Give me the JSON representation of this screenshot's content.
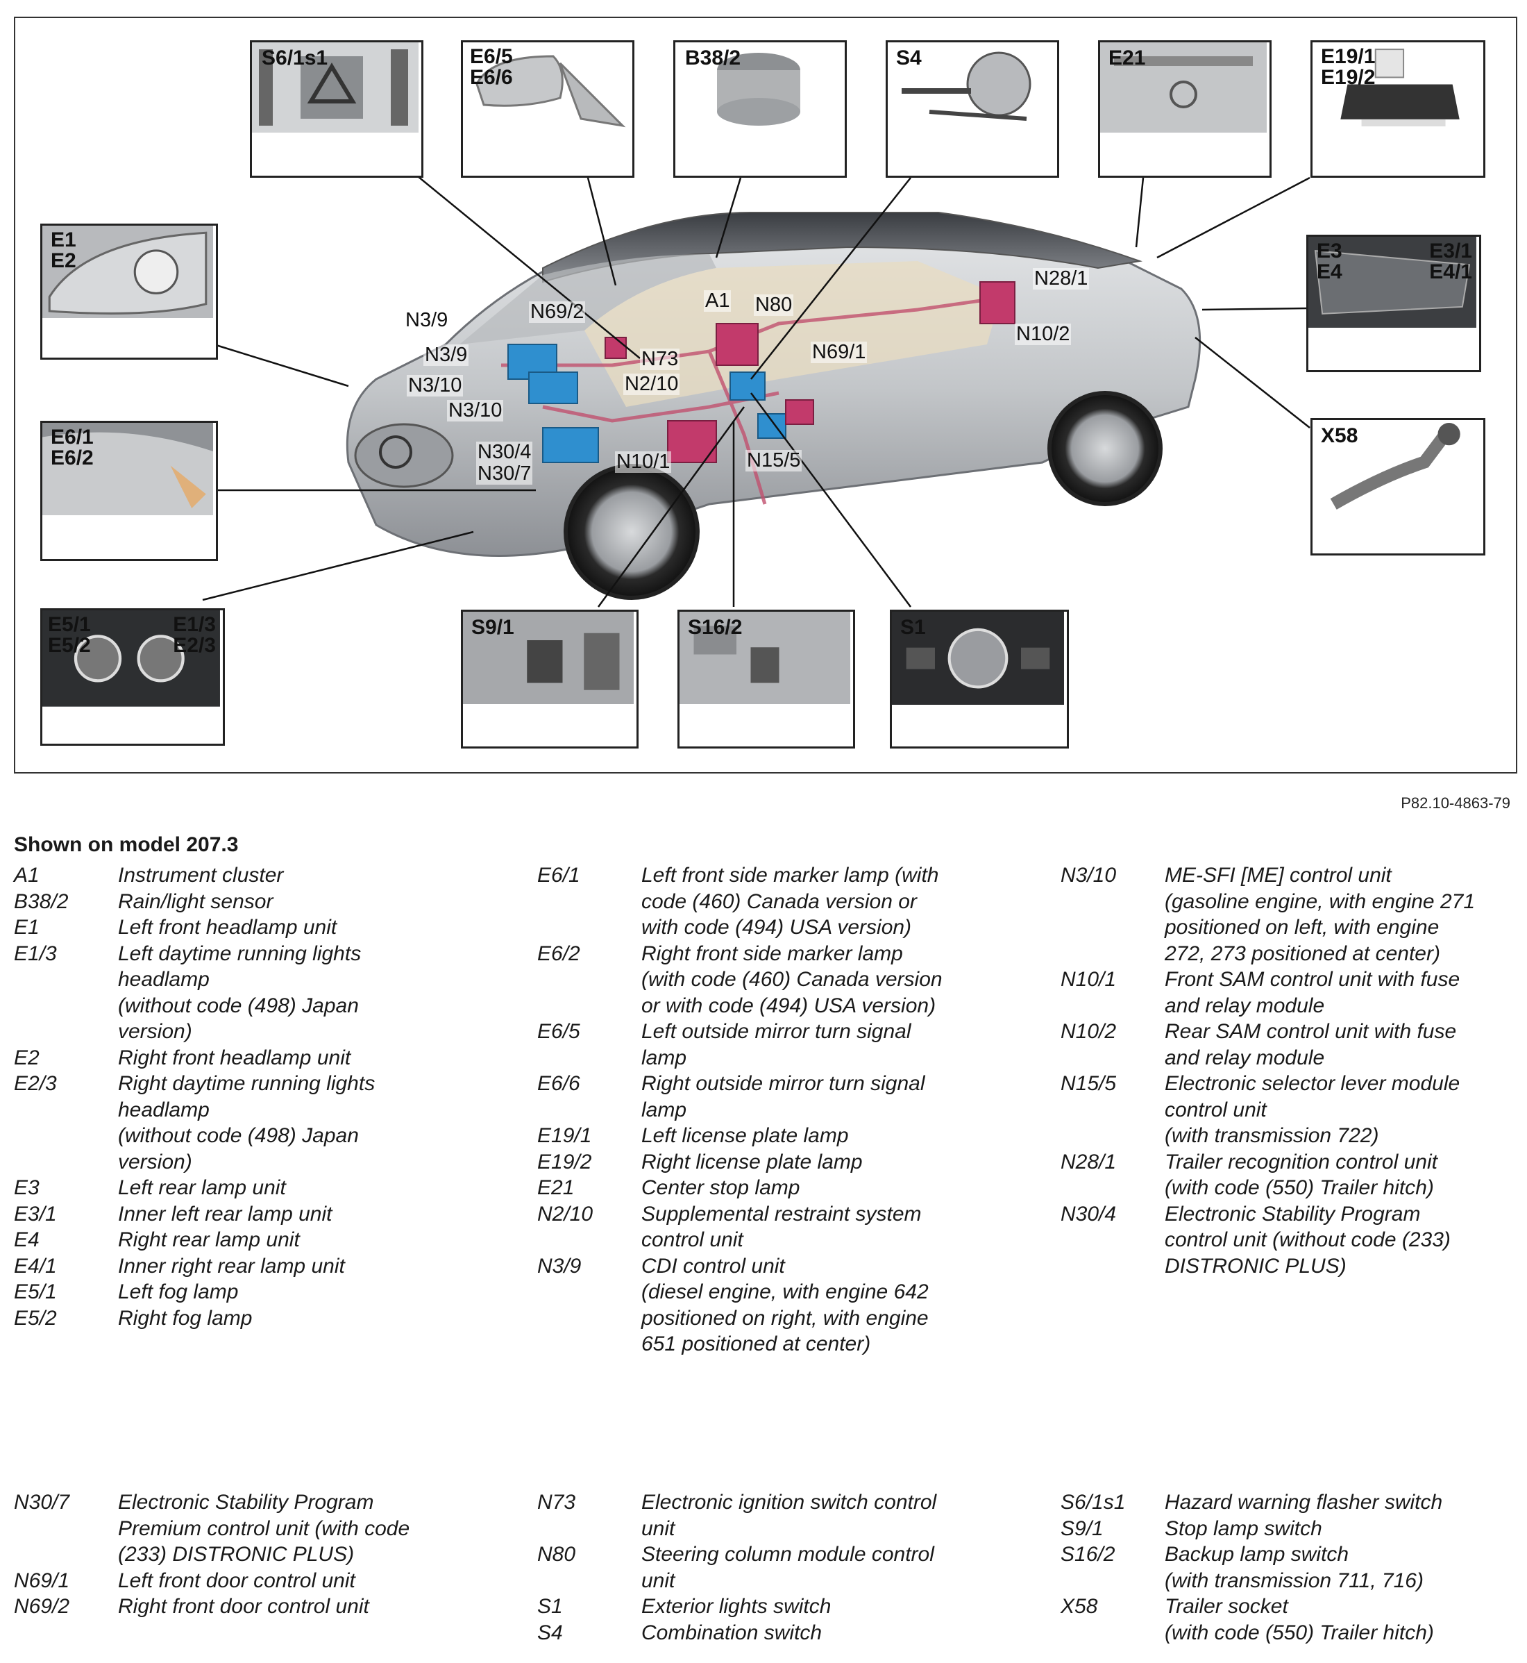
{
  "figure": {
    "figure_code": "P82.10-4863-79",
    "callouts": [
      {
        "id": "s6-1s1",
        "tag": "S6/1s1"
      },
      {
        "id": "e6-5",
        "tag": "E6/5\nE6/6"
      },
      {
        "id": "b38-2",
        "tag": "B38/2"
      },
      {
        "id": "s4",
        "tag": "S4"
      },
      {
        "id": "e21",
        "tag": "E21"
      },
      {
        "id": "e19",
        "tag": "E19/1\nE19/2"
      },
      {
        "id": "e1",
        "tag": "E1\nE2"
      },
      {
        "id": "e3",
        "tag": "E3\nE4"
      },
      {
        "id": "e3-1",
        "tag": "E3/1\nE4/1"
      },
      {
        "id": "e6-1",
        "tag": "E6/1\nE6/2"
      },
      {
        "id": "x58",
        "tag": "X58"
      },
      {
        "id": "e5",
        "tag": "E5/1\nE5/2"
      },
      {
        "id": "e1-3",
        "tag": "E1/3\nE2/3"
      },
      {
        "id": "s9-1",
        "tag": "S9/1"
      },
      {
        "id": "s16-2",
        "tag": "S16/2"
      },
      {
        "id": "s1",
        "tag": "S1"
      }
    ],
    "car_labels": [
      {
        "id": "n3-9a",
        "text": "N3/9"
      },
      {
        "id": "n69-2",
        "text": "N69/2"
      },
      {
        "id": "a1",
        "text": "A1"
      },
      {
        "id": "n80",
        "text": "N80"
      },
      {
        "id": "n28-1",
        "text": "N28/1"
      },
      {
        "id": "n3-9b",
        "text": "N3/9"
      },
      {
        "id": "n73",
        "text": "N73"
      },
      {
        "id": "n69-1",
        "text": "N69/1"
      },
      {
        "id": "n10-2",
        "text": "N10/2"
      },
      {
        "id": "n3-10a",
        "text": "N3/10"
      },
      {
        "id": "n2-10",
        "text": "N2/10"
      },
      {
        "id": "n3-10b",
        "text": "N3/10"
      },
      {
        "id": "n30-4",
        "text": "N30/4\nN30/7"
      },
      {
        "id": "n10-1",
        "text": "N10/1"
      },
      {
        "id": "n15-5",
        "text": "N15/5"
      }
    ]
  },
  "caption_title": "Shown on model 207.3",
  "legend_top": {
    "col1": [
      {
        "code": "A1",
        "desc": "Instrument cluster"
      },
      {
        "code": "B38/2",
        "desc": "Rain/light sensor"
      },
      {
        "code": "E1",
        "desc": "Left front headlamp unit"
      },
      {
        "code": "E1/3",
        "desc": "Left daytime running lights\nheadlamp\n(without code (498) Japan\nversion)"
      },
      {
        "code": "E2",
        "desc": "Right front headlamp unit"
      },
      {
        "code": "E2/3",
        "desc": "Right daytime running lights\nheadlamp\n(without code (498) Japan\nversion)"
      },
      {
        "code": "E3",
        "desc": "Left rear lamp unit"
      },
      {
        "code": "E3/1",
        "desc": "Inner left rear lamp unit"
      },
      {
        "code": "E4",
        "desc": "Right rear lamp unit"
      },
      {
        "code": "E4/1",
        "desc": "Inner right rear lamp unit"
      },
      {
        "code": "E5/1",
        "desc": "Left fog lamp"
      },
      {
        "code": "E5/2",
        "desc": "Right fog lamp"
      }
    ],
    "col2": [
      {
        "code": "E6/1",
        "desc": "Left front side marker lamp (with\ncode (460) Canada version or\nwith code (494) USA version)"
      },
      {
        "code": "E6/2",
        "desc": "Right front side marker lamp\n(with code (460) Canada version\nor with code (494) USA version)"
      },
      {
        "code": "E6/5",
        "desc": "Left outside mirror turn signal\nlamp"
      },
      {
        "code": "E6/6",
        "desc": "Right outside mirror turn signal\nlamp"
      },
      {
        "code": "E19/1",
        "desc": "Left license plate lamp"
      },
      {
        "code": "E19/2",
        "desc": "Right license plate lamp"
      },
      {
        "code": "E21",
        "desc": "Center stop lamp"
      },
      {
        "code": "N2/10",
        "desc": "Supplemental restraint system\ncontrol unit"
      },
      {
        "code": "N3/9",
        "desc": "CDI control unit\n(diesel engine, with engine 642\npositioned on right, with engine\n651 positioned at center)"
      }
    ],
    "col3": [
      {
        "code": "N3/10",
        "desc": "ME-SFI [ME] control unit\n(gasoline engine, with engine 271\npositioned on left, with engine\n272, 273 positioned at center)"
      },
      {
        "code": "N10/1",
        "desc": "Front SAM control unit with fuse\nand relay module"
      },
      {
        "code": "N10/2",
        "desc": "Rear SAM control unit with fuse\nand relay module"
      },
      {
        "code": "N15/5",
        "desc": "Electronic selector lever module\ncontrol unit\n(with transmission 722)"
      },
      {
        "code": "N28/1",
        "desc": "Trailer recognition control unit\n(with code (550) Trailer hitch)"
      },
      {
        "code": "N30/4",
        "desc": "Electronic Stability Program\ncontrol unit (without code (233)\nDISTRONIC PLUS)"
      }
    ]
  },
  "legend_bottom": {
    "col1": [
      {
        "code": "N30/7",
        "desc": "Electronic Stability Program\nPremium control unit (with code\n(233) DISTRONIC PLUS)"
      },
      {
        "code": "N69/1",
        "desc": "Left front door control unit"
      },
      {
        "code": "N69/2",
        "desc": "Right front door control unit"
      }
    ],
    "col2": [
      {
        "code": "N73",
        "desc": "Electronic ignition switch control\nunit"
      },
      {
        "code": "N80",
        "desc": "Steering column module control\nunit"
      },
      {
        "code": "S1",
        "desc": "Exterior lights switch"
      },
      {
        "code": "S4",
        "desc": "Combination switch"
      }
    ],
    "col3": [
      {
        "code": "S6/1s1",
        "desc": "Hazard warning flasher switch"
      },
      {
        "code": "S9/1",
        "desc": "Stop lamp switch"
      },
      {
        "code": "S16/2",
        "desc": "Backup lamp switch\n(with transmission 711, 716)"
      },
      {
        "code": "X58",
        "desc": "Trailer socket\n(with code (550) Trailer hitch)"
      }
    ]
  }
}
